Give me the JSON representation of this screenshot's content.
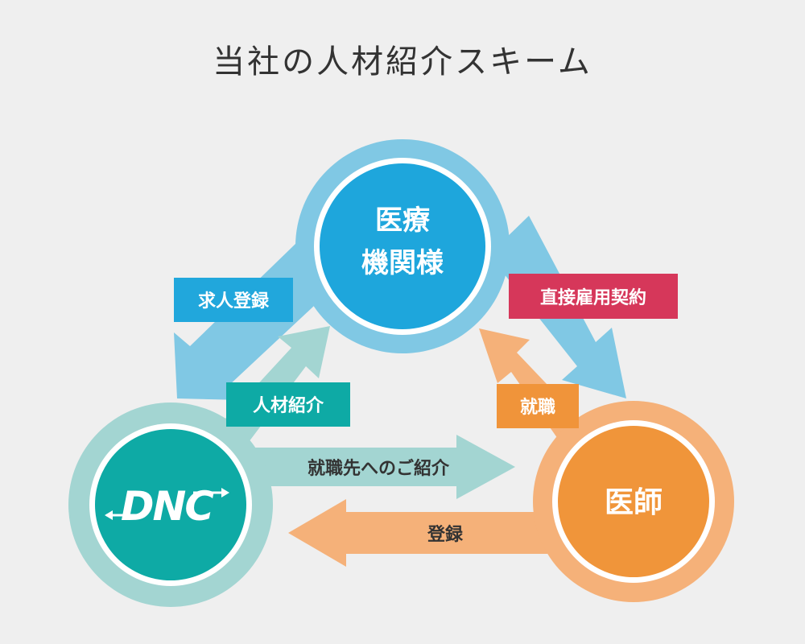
{
  "title": "当社の人材紹介スキーム",
  "nodes": {
    "hospital": {
      "line1": "医療",
      "line2": "機関様"
    },
    "doctor": {
      "label": "医師"
    },
    "company": {
      "logo": "DNC"
    }
  },
  "badges": {
    "job_registration": "求人登録",
    "talent_introduction": "人材紹介",
    "direct_contract": "直接雇用契約",
    "employment": "就職"
  },
  "arrows": {
    "job_introduction": "就職先へのご紹介",
    "registration": "登録"
  },
  "colors": {
    "background": "#efefef",
    "blue_light": "#7fc8e5",
    "blue_dark": "#1ea5db",
    "teal_light": "#a3d5d3",
    "teal_dark": "#0eaaa5",
    "orange_light": "#f6b078",
    "orange_dark": "#f0943a",
    "red": "#d6375a"
  }
}
